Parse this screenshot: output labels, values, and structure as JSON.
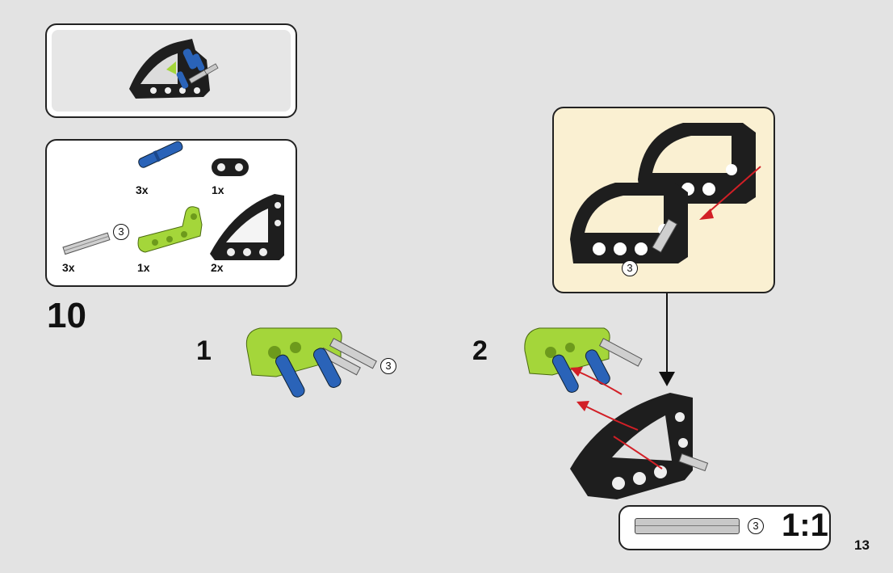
{
  "step": {
    "number": "10"
  },
  "parts_list": {
    "items": [
      {
        "name": "blue-pin",
        "qty": "3x"
      },
      {
        "name": "black-liftarm-2",
        "qty": "1x"
      },
      {
        "name": "grey-axle",
        "qty": "3x",
        "length": "3"
      },
      {
        "name": "lime-bent-liftarm",
        "qty": "1x"
      },
      {
        "name": "black-curved-panel",
        "qty": "2x"
      }
    ]
  },
  "substeps": [
    {
      "label": "1",
      "axle_length": "3"
    },
    {
      "label": "2"
    }
  ],
  "callout": {
    "axle_length": "3",
    "bg": "#faf0d2"
  },
  "scale_box": {
    "axle_length": "3",
    "ratio": "1:1"
  },
  "page_number": "13",
  "colors": {
    "lime": "#a4d63a",
    "blue": "#2a63b8",
    "black": "#222222",
    "axle": "#c8c8c8",
    "arrow": "#d21f26"
  }
}
